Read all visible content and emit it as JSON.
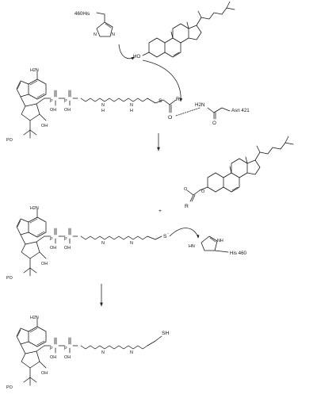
{
  "diagram": {
    "stage1": {
      "his_label": "460His",
      "cholesterol_hydroxyl": "HO",
      "coa": {
        "amino_label": "H2N",
        "n_label": "N",
        "o_label": "O",
        "oh_labels": [
          "OH",
          "OH"
        ],
        "p_labels": [
          "P",
          "P"
        ],
        "nh_labels": [
          "N",
          "N"
        ],
        "h_labels": [
          "H",
          "H"
        ],
        "sugar_oh": "OH",
        "phosphate_label": "PO"
      },
      "thioester_s": "S",
      "thioester_r": "R",
      "asn_label": "Asn 421",
      "asn_amine": "H2N",
      "asn_o": "O"
    },
    "stage2": {
      "ester_o": "O",
      "ester_r": "R",
      "plus": "+",
      "thiolate": "S",
      "his_label": "His 460",
      "nh_label": "NH"
    },
    "stage3": {
      "thiol": "SH"
    }
  }
}
